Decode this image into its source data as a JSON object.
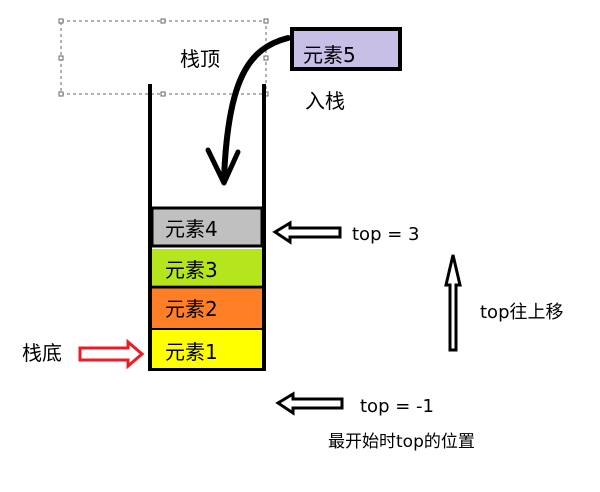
{
  "stack": {
    "top_label": "栈顶",
    "bottom_label": "栈底",
    "elements": [
      {
        "label": "元素4",
        "color": "#c0c0c0"
      },
      {
        "label": "元素3",
        "color": "#b5e61d"
      },
      {
        "label": "元素2",
        "color": "#ff7f27"
      },
      {
        "label": "元素1",
        "color": "#ffff00"
      }
    ]
  },
  "push": {
    "element_label": "元素5",
    "element_color": "#c8bfe7",
    "action_label": "入栈"
  },
  "pointers": {
    "current": "top = 3",
    "initial": "top = -1",
    "initial_note": "最开始时top的位置",
    "direction": "top往上移"
  },
  "colors": {
    "outline": "#000000",
    "bottom_arrow": "#ed1c24"
  }
}
